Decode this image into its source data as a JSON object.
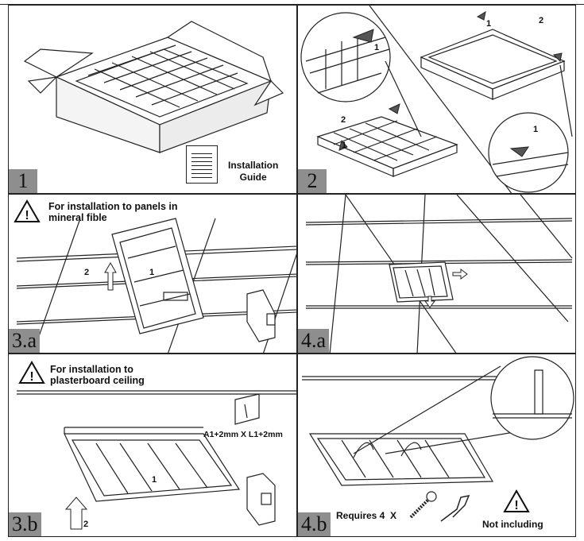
{
  "panels": {
    "p1": {
      "badge": "1",
      "guide_line1": "Installation",
      "guide_line2": "Guide"
    },
    "p2": {
      "badge": "2",
      "n1": "1",
      "n2": "2"
    },
    "p3a": {
      "badge": "3.a",
      "note_line1": "For installation to panels in",
      "note_line2": "mineral fible",
      "n1": "1",
      "n2": "2"
    },
    "p4a": {
      "badge": "4.a"
    },
    "p3b": {
      "badge": "3.b",
      "note_line1": "For installation to",
      "note_line2": "plasterboard ceiling",
      "cutout": "A1+2mm X L1+2mm",
      "n1": "1",
      "n2": "2"
    },
    "p4b": {
      "badge": "4.b",
      "requires": "Requires 4  X",
      "not_including": "Not including"
    }
  },
  "icons": [
    "warning-triangle-icon",
    "document-icon",
    "up-arrow-icon",
    "right-arrow-icon",
    "down-arrow-icon",
    "screw-icon",
    "spring-clip-icon",
    "circuit-breaker-icon"
  ]
}
